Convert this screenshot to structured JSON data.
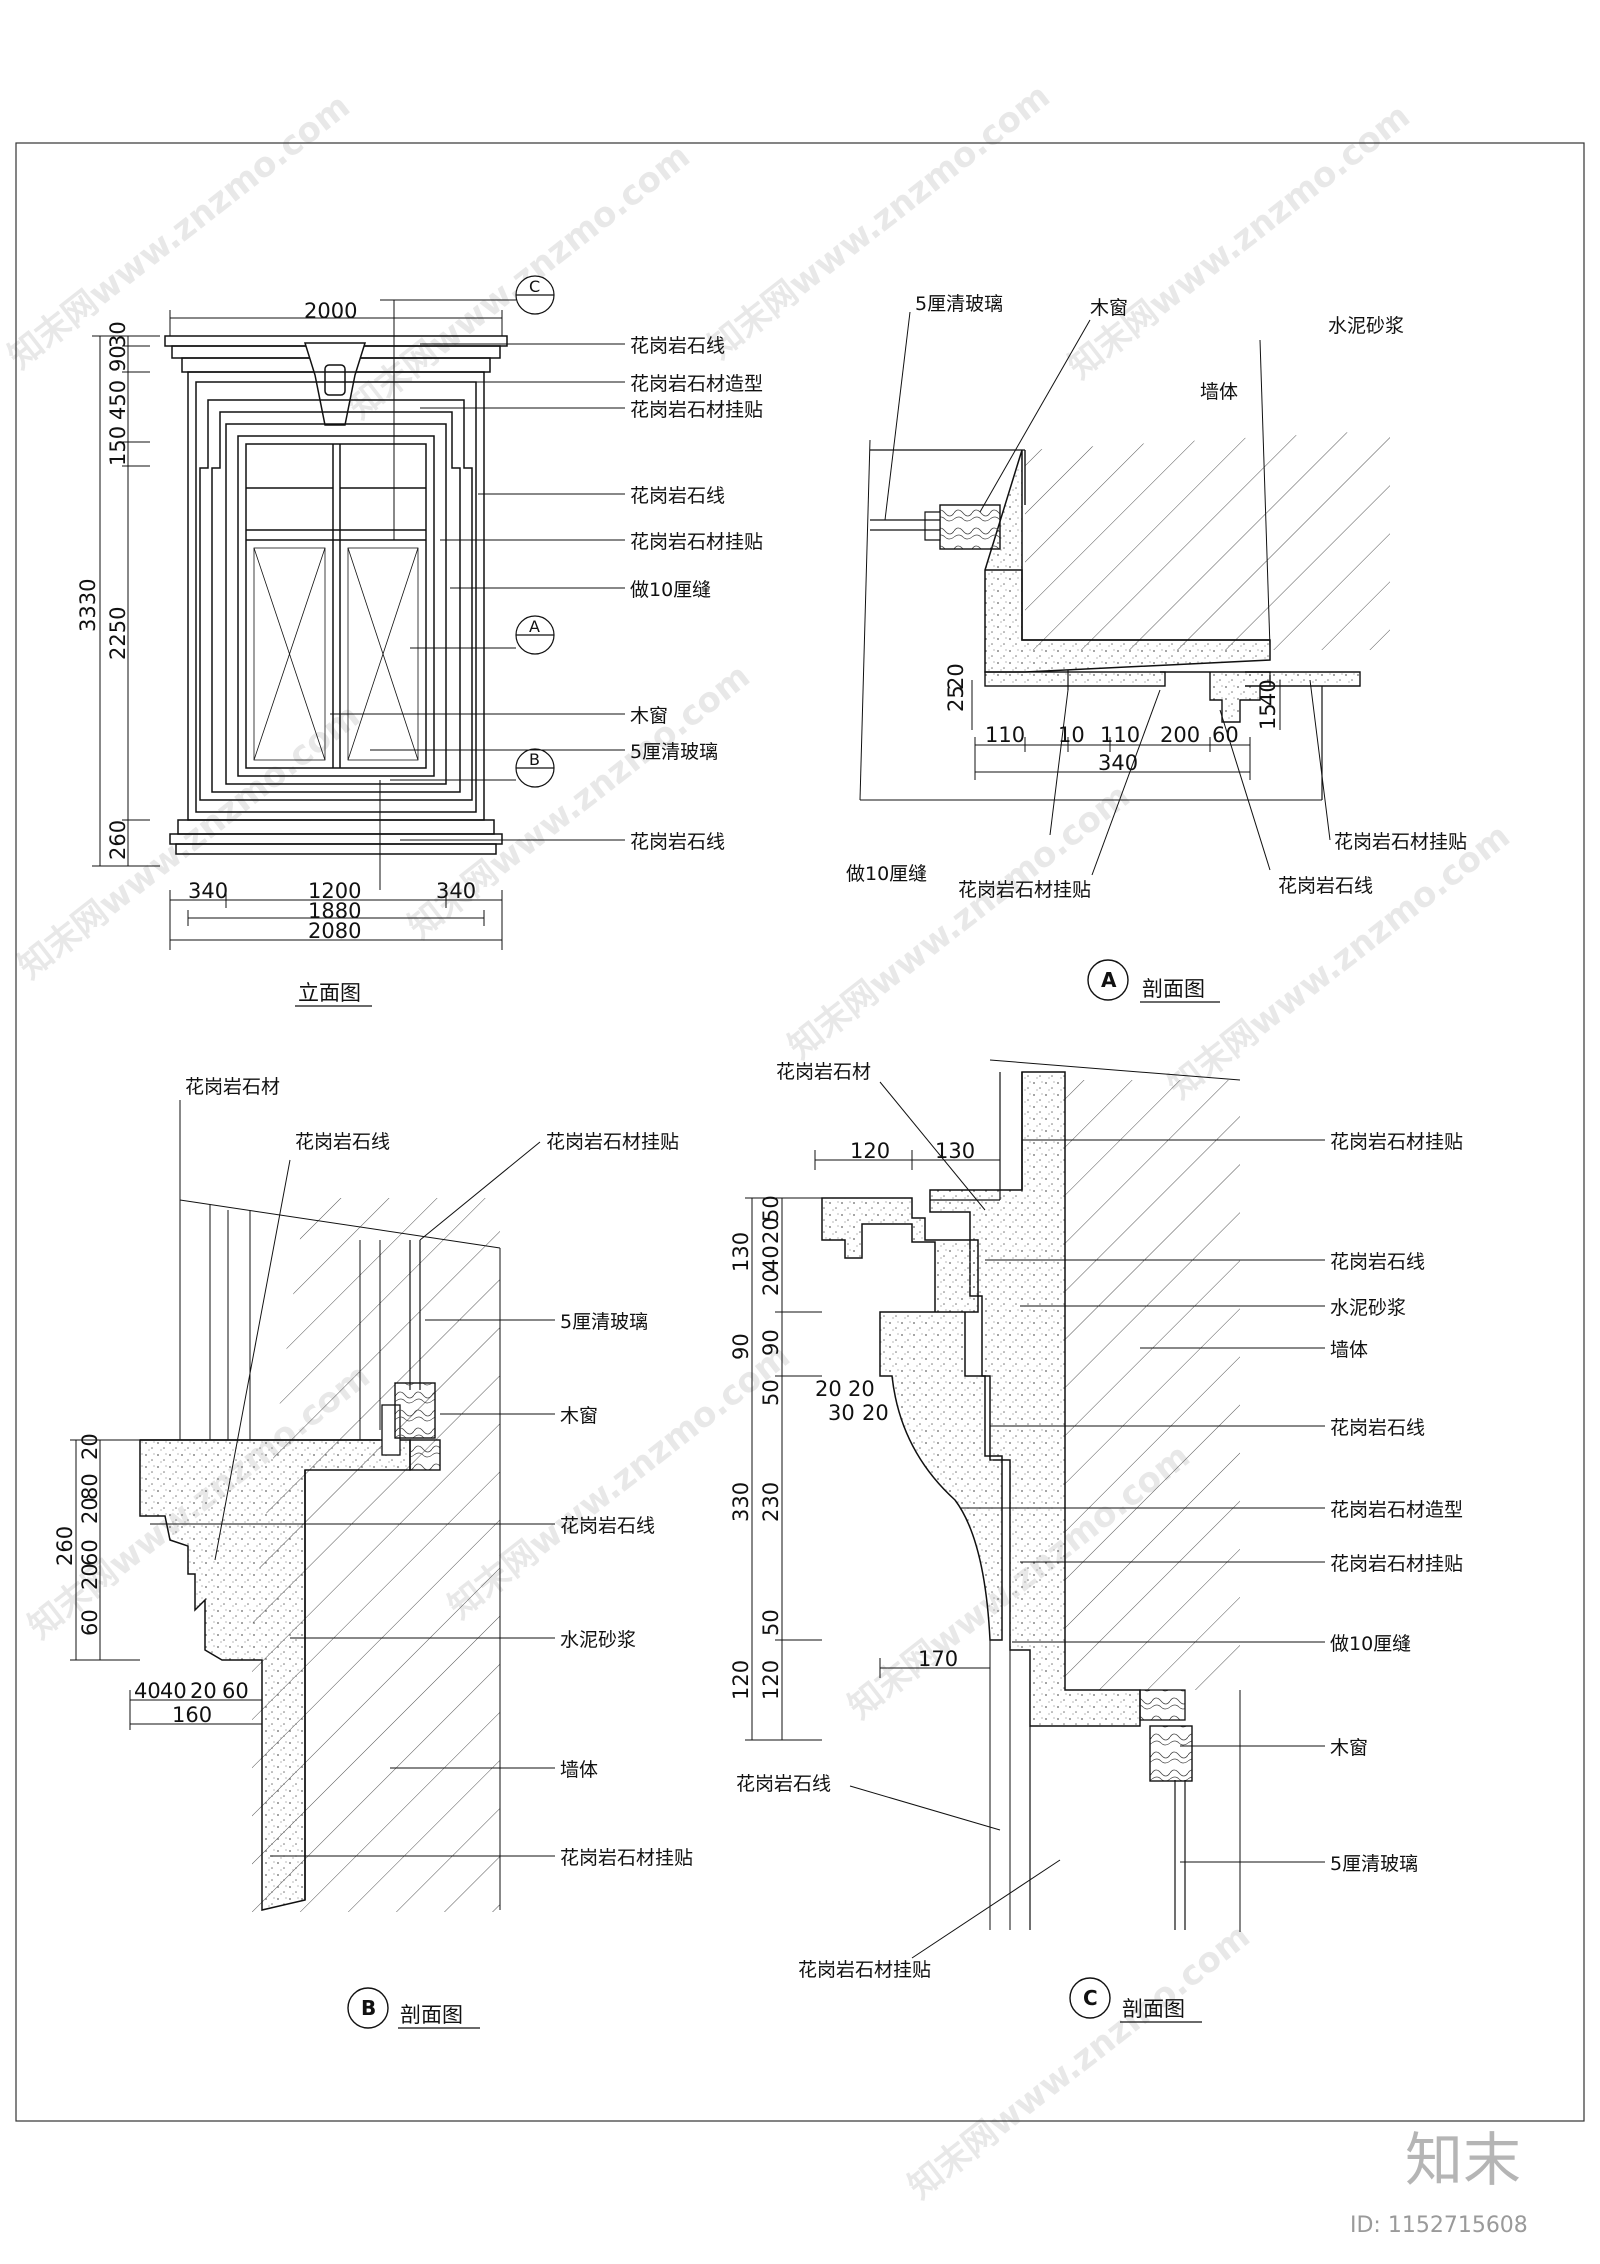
{
  "elevation": {
    "title": "立面图",
    "callouts": [
      "花岗岩石线",
      "花岗岩石材造型",
      "花岗岩石材挂贴",
      "花岗岩石线",
      "花岗岩石材挂贴",
      "做10厘缝",
      "木窗",
      "5厘清玻璃",
      "花岗岩石线"
    ],
    "dims_top": "2000",
    "dims_left_total": "3330",
    "dims_left_parts": [
      "30",
      "90",
      "450",
      "150",
      "2250",
      "260"
    ],
    "dims_bottom_parts": [
      "340",
      "1200",
      "340"
    ],
    "dims_bottom_mid": "1880",
    "dims_bottom_total": "2080",
    "section_marks": [
      "C",
      "A",
      "B"
    ]
  },
  "section_a": {
    "letter": "A",
    "title": "剖面图",
    "callouts_top": [
      "5厘清玻璃",
      "木窗",
      "水泥砂浆",
      "墙体"
    ],
    "callouts_bottom": [
      "做10厘缝",
      "花岗岩石材挂贴",
      "花岗岩石线",
      "花岗岩石材挂贴"
    ],
    "dims": [
      "110",
      "10",
      "110",
      "200",
      "60"
    ],
    "dim_total": "340",
    "dims_vert": [
      "25",
      "20",
      "15",
      "40"
    ]
  },
  "section_b": {
    "letter": "B",
    "title": "剖面图",
    "callouts_left": [
      "花岗岩石材",
      "花岗岩石线"
    ],
    "callouts_right": [
      "花岗岩石材挂贴",
      "5厘清玻璃",
      "木窗",
      "花岗岩石线",
      "水泥砂浆",
      "墙体",
      "花岗岩石材挂贴"
    ],
    "dims_vert_total": "260",
    "dims_vert": [
      "20",
      "80",
      "20",
      "60",
      "20",
      "60"
    ],
    "dims_horiz": [
      "40",
      "40",
      "20",
      "60"
    ],
    "dim_horiz_total": "160"
  },
  "section_c": {
    "letter": "C",
    "title": "剖面图",
    "callouts_left": [
      "花岗岩石材",
      "花岗岩石线",
      "花岗岩石材挂贴"
    ],
    "callouts_right": [
      "花岗岩石材挂贴",
      "花岗岩石线",
      "水泥砂浆",
      "墙体",
      "花岗岩石线",
      "花岗岩石材造型",
      "花岗岩石材挂贴",
      "做10厘缝",
      "木窗",
      "5厘清玻璃"
    ],
    "dims_top": [
      "120",
      "130"
    ],
    "dims_vert": [
      "130",
      "90",
      "330",
      "120"
    ],
    "dims_vert_inner": [
      "50",
      "20",
      "40",
      "20",
      "90",
      "50",
      "230",
      "50",
      "120"
    ],
    "dims_small": [
      "20",
      "20",
      "30",
      "20"
    ],
    "dim_bottom": "170"
  },
  "watermark": {
    "brand": "知末网www.znzmo.com",
    "logo": "知末",
    "id": "ID: 1152715608"
  },
  "colors": {
    "line": "#111111",
    "hatch": "#555555",
    "watermark": "#e8e8e8"
  }
}
